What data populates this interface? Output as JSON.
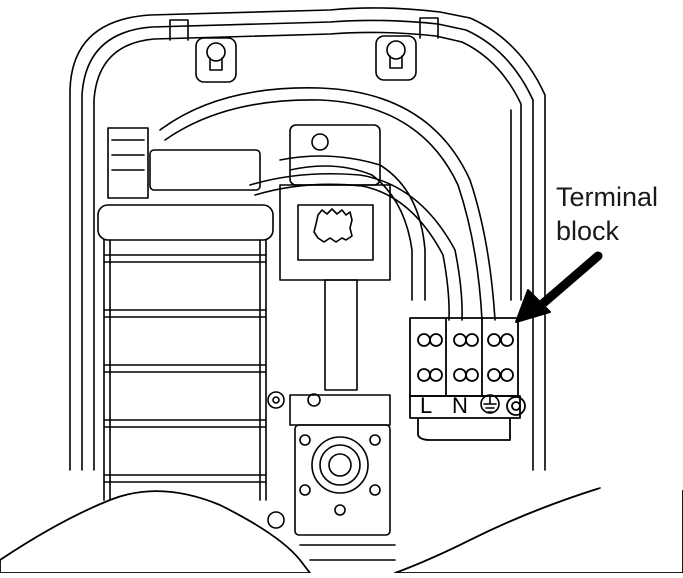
{
  "callout": {
    "line1": "Terminal",
    "line2": "block"
  },
  "terminal": {
    "live_label": "L",
    "neutral_label": "N",
    "earth_symbol": "earth-symbol"
  },
  "colors": {
    "line": "#000000",
    "background": "#ffffff"
  }
}
